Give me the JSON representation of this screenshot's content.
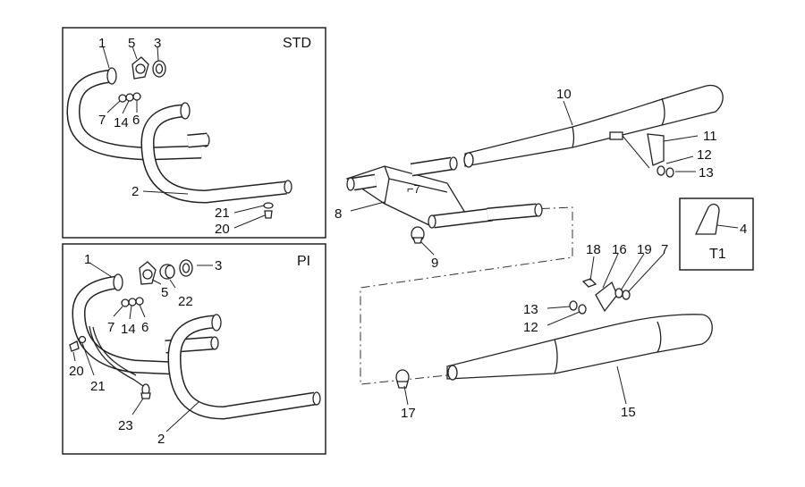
{
  "boxes": {
    "std": {
      "title": "STD"
    },
    "pi": {
      "title": "PI"
    },
    "t1": {
      "title": "T1"
    }
  },
  "callouts": {
    "std_1": "1",
    "std_5": "5",
    "std_3": "3",
    "std_7": "7",
    "std_14": "14",
    "std_6": "6",
    "std_2": "2",
    "std_21": "21",
    "std_20": "20",
    "pi_1": "1",
    "pi_3": "3",
    "pi_22": "22",
    "pi_5": "5",
    "pi_7": "7",
    "pi_14": "14",
    "pi_6": "6",
    "pi_20": "20",
    "pi_21": "21",
    "pi_23": "23",
    "pi_2": "2",
    "m_10": "10",
    "m_11": "11",
    "m_12": "12",
    "m_13": "13",
    "m_8": "8",
    "m_9": "9",
    "m_4": "4",
    "m_18": "18",
    "m_16": "16",
    "m_19": "19",
    "m_7": "7",
    "m_13b": "13",
    "m_12b": "12",
    "m_17": "17",
    "m_15": "15"
  }
}
